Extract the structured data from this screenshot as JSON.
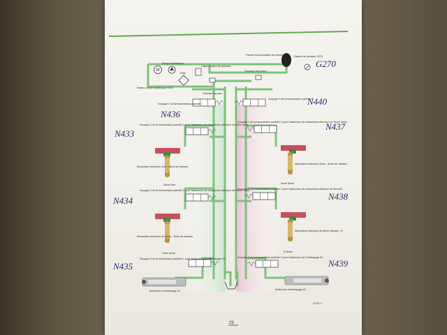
{
  "labels": {
    "pompe_hydraulique": "Pompe hydraulique",
    "moteur_pompe": "Moteur pompe hydraulique V401",
    "filtre": "Filtre",
    "clapet": "Clapet limiteur de pression",
    "accumulateur": "Pompe d'accumulation de pression",
    "capteur": "Capteur de pression G270",
    "soupape_anti_retour": "Soupape anti-retour",
    "soupape_bypass": "Soupape by-pass",
    "soupape4_t1": "Soupape 4 de la transmission partielle 1",
    "soupape4_t2": "Soupape 4 de la transmission partielle 2",
    "soupape1_t1": "Soupape 1 de la transmission partielle 1 pour l'actionneur du mécanisme sélecteur de 1ère/ 3ème.",
    "soupape1_t2": "Soupape 1 de la transmission partielle 2 pour l'actionneur du mécanisme sélecteur de 2ème/ 4ème.",
    "meca_1_3": "Mécanisme sélecteur 1ère - 3ème de vitesses",
    "meca_2_4": "Mécanisme sélecteur 2ème - 4ème de vitesses",
    "gear_3e_1re": "3ème  1ère",
    "gear_2e_4e": "2ème  4ème",
    "soupape2_t1": "Soupape 2 de la transmission partielle 1 pour l'actionneur du mécanisme sélecteur de 5ème/ 7ème.",
    "soupape2_t2": "Soupape 2 de la transmission partielle 2 pour l'actionneur du mécanisme sélecteur de 6ème/R.",
    "meca_5_7": "Mécanisme sélecteur de 5ème - 7ème de vitesses",
    "meca_6_r": "Mécanisme sélecteur de 6ème vitesses - R",
    "gear_7e_5e": "7ème  5ème",
    "gear_r_6e": "R  6ème",
    "soupape3_t1": "Soupape 3 de la transmission partielle 1 pour l'actionneur de l'embrayage K1.",
    "soupape3_t2": "Soupape 3 de la transmission partielle 2 pour l'actionneur de l'embrayage K2.",
    "act_k1": "Actionneur d'embrayage K1",
    "act_k2": "Actionneur d'embrayage K2",
    "fig_code": "0126-27",
    "motor_symbol": "M"
  },
  "handwritten": {
    "g270": "G270",
    "n440": "N440",
    "n436": "N436",
    "n433": "N433",
    "n437": "N437",
    "n434": "N434",
    "n438": "N438",
    "n435": "N435",
    "n439": "N439"
  },
  "page_number": "29",
  "colors": {
    "hydraulic_line": "#7cc37a",
    "header_rule": "#5faa4e",
    "pressure_zone_left": "#d6ecd8",
    "pressure_zone_right": "#ecc8d8",
    "handwriting": "#2d2a6a",
    "actuator_body": "#b9913a"
  }
}
